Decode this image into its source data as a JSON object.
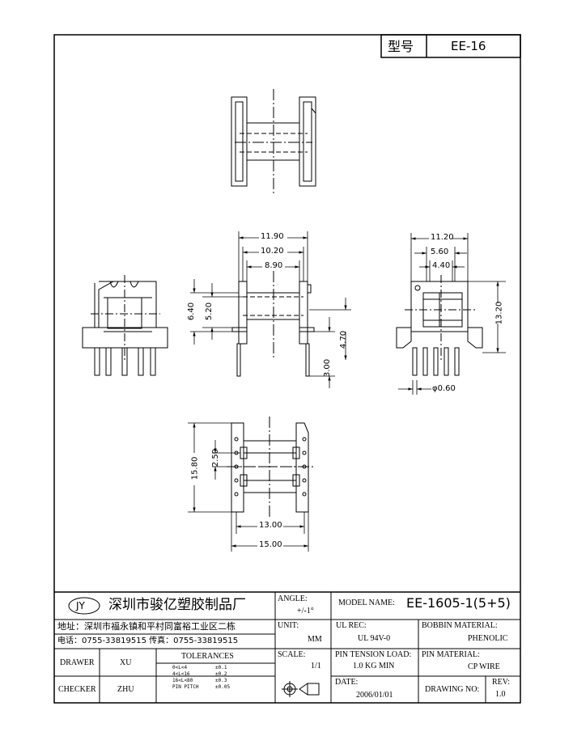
{
  "header": {
    "type_label": "型号",
    "type_value": "EE-16"
  },
  "dims": {
    "top_11_90": "11.90",
    "top_10_20": "10.20",
    "top_8_90": "8.90",
    "left_6_40": "6.40",
    "left_5_20": "5.20",
    "right_4_70": "4.70",
    "bottom_3_00": "3.00",
    "side_11_20": "11.20",
    "side_5_60": "5.60",
    "side_4_40": "4.40",
    "side_13_20": "13.20",
    "pin_dia": "φ0.60",
    "bv_15_80": "15.80",
    "bv_2_50": "2.50",
    "bv_13_00": "13.00",
    "bv_15_00": "15.00"
  },
  "company": {
    "logo": "JY",
    "name": "深圳市骏亿塑胶制品厂",
    "address": "地址：深圳市福永镇和平村同富裕工业区二栋",
    "phone": "电话：0755-33819515 传真：0755-33819515"
  },
  "title_block": {
    "angle_label": "ANGLE:",
    "angle_value": "+/-1°",
    "model_label": "MODEL NAME:",
    "model_value": "EE-1605-1(5+5)",
    "unit_label": "UNIT:",
    "unit_value": "MM",
    "ulrec_label": "UL REC:",
    "ulrec_value": "UL 94V-0",
    "bobbin_label": "BOBBIN MATERIAL:",
    "bobbin_value": "PHENOLIC",
    "drawer_label": "DRAWER",
    "drawer_value": "XU",
    "checker_label": "CHECKER",
    "checker_value": "ZHU",
    "tol_title": "TOLERANCES",
    "tol_rows": [
      {
        "range": "0<L<4",
        "tol": "±0.1"
      },
      {
        "range": "4<L<16",
        "tol": "±0.2"
      },
      {
        "range": "16<L<80",
        "tol": "±0.3"
      },
      {
        "range": "PIN PITCH",
        "tol": "±0.05"
      }
    ],
    "scale_label": "SCALE:",
    "scale_value": "1/1",
    "pin_tension_label": "PIN TENSION LOAD:",
    "pin_tension_value": "1.0 KG MIN",
    "pin_material_label": "PIN MATERIAL:",
    "pin_material_value": "CP WIRE",
    "date_label": "DATE:",
    "date_value": "2006/01/01",
    "drawing_no_label": "DRAWING NO:",
    "rev_label": "REV:",
    "rev_value": "1.0"
  }
}
